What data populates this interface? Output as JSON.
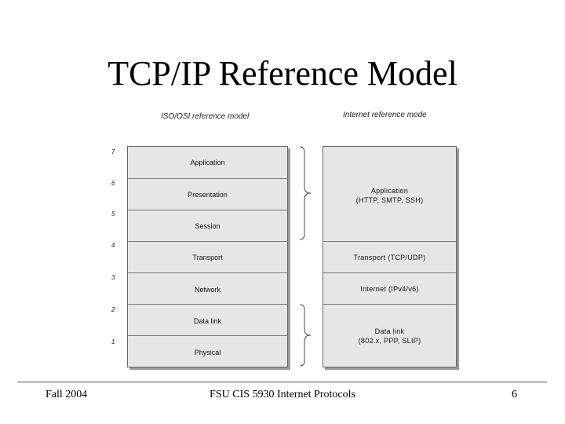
{
  "title": "TCP/IP Reference Model",
  "osi_label": "ISO/OSI reference model",
  "internet_label": "Internet reference mode",
  "osi_layers": [
    {
      "num": "7",
      "name": "Application"
    },
    {
      "num": "6",
      "name": "Presentation"
    },
    {
      "num": "5",
      "name": "Session"
    },
    {
      "num": "4",
      "name": "Transport"
    },
    {
      "num": "3",
      "name": "Network"
    },
    {
      "num": "2",
      "name": "Data link"
    },
    {
      "num": "1",
      "name": "Physical"
    }
  ],
  "internet_layers": [
    {
      "line1": "Application",
      "line2": "(HTTP, SMTP, SSH)"
    },
    {
      "line1": "Transport (TCP/UDP)",
      "line2": ""
    },
    {
      "line1": "Internet (IPv4/v6)",
      "line2": ""
    },
    {
      "line1": "Data link",
      "line2": "(802.x, PPP, SLIP)"
    }
  ],
  "footer": {
    "left": "Fall 2004",
    "center": "FSU CIS 5930 Internet Protocols",
    "right": "6"
  }
}
